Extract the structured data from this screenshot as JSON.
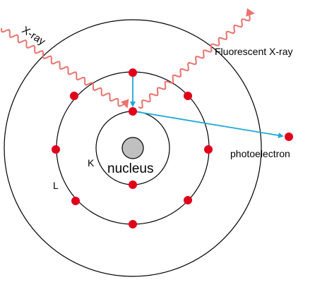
{
  "labels": {
    "xray": "X-ray",
    "fluorescent": "Fluorescent X-ray",
    "photoelectron": "photoelectron",
    "nucleus": "nucleus",
    "k_shell": "K",
    "l_shell": "L"
  },
  "colors": {
    "electron": "#e0001b",
    "wave": "#e8736f",
    "arrow": "#1fa8d8",
    "nucleus_fill": "#c0c0c0",
    "line": "#000000"
  }
}
